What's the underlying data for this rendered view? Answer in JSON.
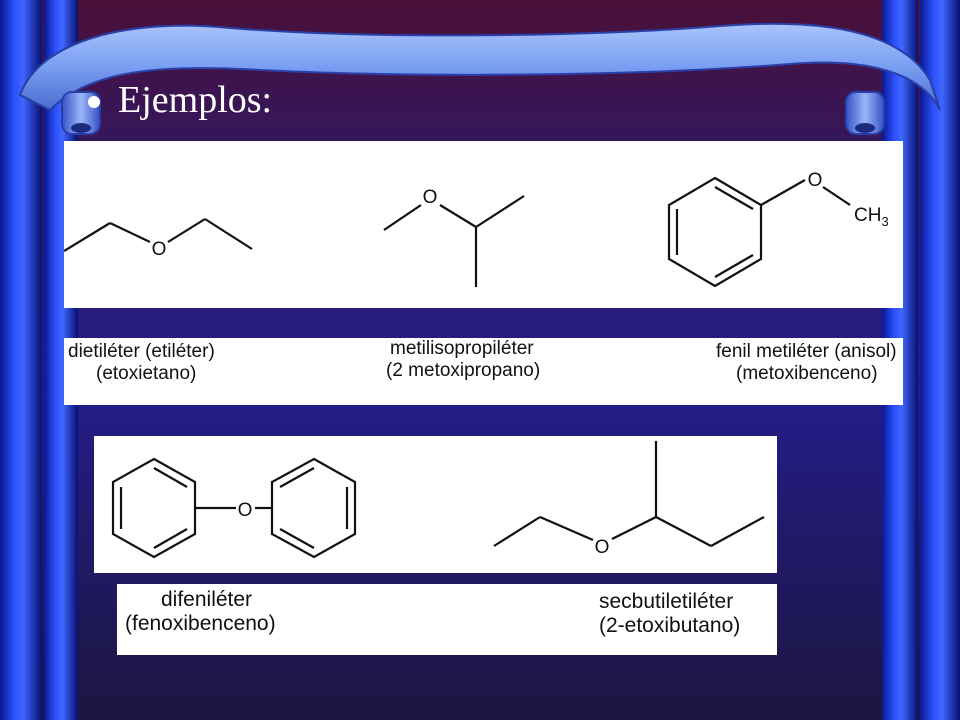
{
  "slide": {
    "title": "Ejemplos:"
  },
  "colors": {
    "background": "#241c88",
    "curtain_blue": "#1a32d8",
    "banner_blue": "#7a9ef2"
  },
  "examples": [
    {
      "name": "dietiléter (etiléter)",
      "iupac": "(etoxietano)"
    },
    {
      "name": "metilisopropiléter",
      "iupac": "(2 metoxipropano)"
    },
    {
      "name": "fenil metiléter (anisol)",
      "iupac": "(metoxibenceno)"
    },
    {
      "name": "difeniléter",
      "iupac": "(fenoxibenceno)"
    },
    {
      "name": "secbutiletiléter",
      "iupac": "(2-etoxibutano)"
    }
  ],
  "atoms": {
    "oxygen": "O",
    "methyl": "CH",
    "methyl_sub": "3"
  }
}
